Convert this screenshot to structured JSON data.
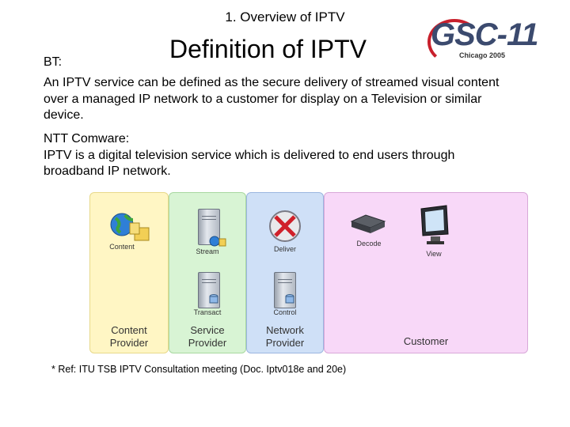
{
  "header": {
    "section_title": "1. Overview of IPTV",
    "main_title": "Definition of IPTV",
    "logo_text": "GSC-11",
    "logo_subtext": "Chicago 2005"
  },
  "definitions": {
    "bt_label": "BT:",
    "bt_text": "An IPTV service can be defined as the secure delivery of streamed visual content over a managed IP network to a customer for display on a Television or similar device.",
    "ntt_label": "NTT Comware:",
    "ntt_text": "IPTV is a digital television service which is delivered to end users through broadband IP network."
  },
  "diagram": {
    "panels": [
      {
        "label_line1": "Content",
        "label_line2": "Provider"
      },
      {
        "label_line1": "Service",
        "label_line2": "Provider"
      },
      {
        "label_line1": "Network",
        "label_line2": "Provider"
      },
      {
        "label_line1": "Customer",
        "label_line2": ""
      }
    ],
    "icons": {
      "content": "Content",
      "stream": "Stream",
      "transact": "Transact",
      "deliver": "Deliver",
      "control": "Control",
      "decode": "Decode",
      "view": "View"
    }
  },
  "footnote": "* Ref: ITU TSB IPTV Consultation meeting (Doc. Iptv018e and 20e)",
  "colors": {
    "content_panel": "#fff6c4",
    "service_panel": "#d8f4d4",
    "network_panel": "#cfe0f7",
    "customer_panel": "#f8d8f8",
    "logo_red": "#c8202c",
    "logo_navy": "#3b4a6e"
  }
}
